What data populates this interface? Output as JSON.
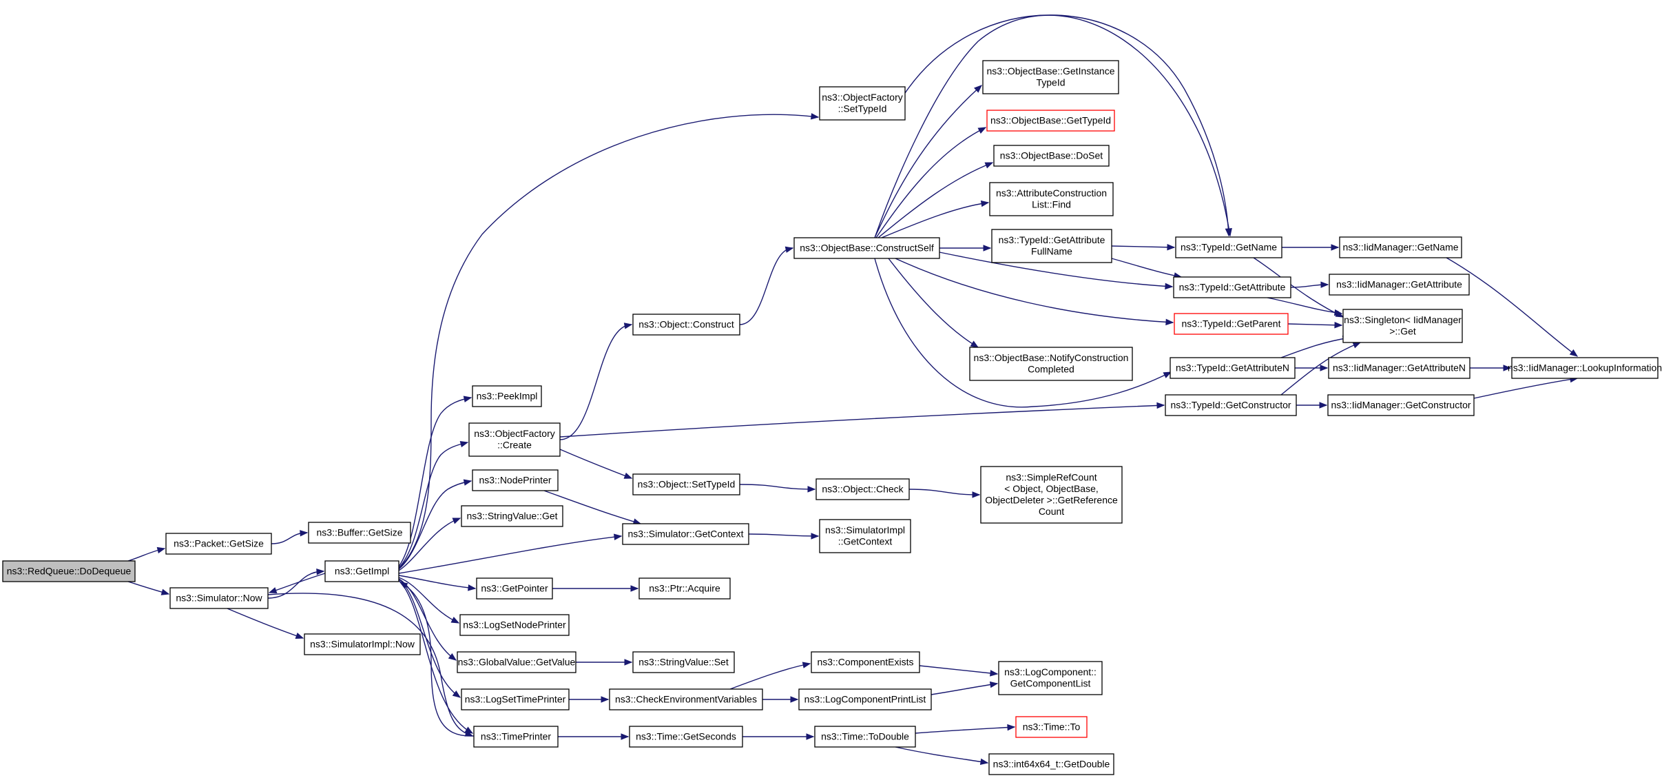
{
  "colors": {
    "edge": "#191970",
    "normal_border": "#000000",
    "truncated_border": "#ff0000",
    "root_fill": "#bfbfbf"
  },
  "nodes": [
    {
      "id": "redqueue_dodequeue",
      "label": [
        "ns3::RedQueue::DoDequeue"
      ],
      "style": "root"
    },
    {
      "id": "packet_getsize",
      "label": [
        "ns3::Packet::GetSize"
      ]
    },
    {
      "id": "buffer_getsize",
      "label": [
        "ns3::Buffer::GetSize"
      ]
    },
    {
      "id": "simulator_now",
      "label": [
        "ns3::Simulator::Now"
      ]
    },
    {
      "id": "simulatorimpl_now",
      "label": [
        "ns3::SimulatorImpl::Now"
      ]
    },
    {
      "id": "getimpl",
      "label": [
        "ns3::GetImpl"
      ]
    },
    {
      "id": "objectfactory_settypeid",
      "label": [
        "ns3::ObjectFactory",
        "::SetTypeId"
      ]
    },
    {
      "id": "peekimpl",
      "label": [
        "ns3::PeekImpl"
      ]
    },
    {
      "id": "objectfactory_create",
      "label": [
        "ns3::ObjectFactory",
        "::Create"
      ]
    },
    {
      "id": "nodeprinter",
      "label": [
        "ns3::NodePrinter"
      ]
    },
    {
      "id": "stringvalue_get",
      "label": [
        "ns3::StringValue::Get"
      ]
    },
    {
      "id": "getpointer",
      "label": [
        "ns3::GetPointer"
      ]
    },
    {
      "id": "logsetnodeprinter",
      "label": [
        "ns3::LogSetNodePrinter"
      ]
    },
    {
      "id": "globalvalue_getvalue",
      "label": [
        "ns3::GlobalValue::GetValue"
      ]
    },
    {
      "id": "logsettimeprinter",
      "label": [
        "ns3::LogSetTimePrinter"
      ]
    },
    {
      "id": "timeprinter",
      "label": [
        "ns3::TimePrinter"
      ]
    },
    {
      "id": "object_construct",
      "label": [
        "ns3::Object::Construct"
      ]
    },
    {
      "id": "object_settypeid",
      "label": [
        "ns3::Object::SetTypeId"
      ]
    },
    {
      "id": "simulator_getcontext",
      "label": [
        "ns3::Simulator::GetContext"
      ]
    },
    {
      "id": "ptr_acquire",
      "label": [
        "ns3::Ptr::Acquire"
      ]
    },
    {
      "id": "stringvalue_set",
      "label": [
        "ns3::StringValue::Set"
      ]
    },
    {
      "id": "checkenvironmentvariables",
      "label": [
        "ns3::CheckEnvironmentVariables"
      ]
    },
    {
      "id": "time_getseconds",
      "label": [
        "ns3::Time::GetSeconds"
      ]
    },
    {
      "id": "objectbase_constructself",
      "label": [
        "ns3::ObjectBase::ConstructSelf"
      ]
    },
    {
      "id": "object_check",
      "label": [
        "ns3::Object::Check"
      ]
    },
    {
      "id": "simulatorimpl_getcontext",
      "label": [
        "ns3::SimulatorImpl",
        "::GetContext"
      ]
    },
    {
      "id": "componentexists",
      "label": [
        "ns3::ComponentExists"
      ]
    },
    {
      "id": "logcomponentprintlist",
      "label": [
        "ns3::LogComponentPrintList"
      ]
    },
    {
      "id": "time_todouble",
      "label": [
        "ns3::Time::ToDouble"
      ]
    },
    {
      "id": "objectbase_getinstancetypeid",
      "label": [
        "ns3::ObjectBase::GetInstance",
        "TypeId"
      ]
    },
    {
      "id": "objectbase_gettypeid",
      "label": [
        "ns3::ObjectBase::GetTypeId"
      ],
      "style": "truncated"
    },
    {
      "id": "objectbase_doset",
      "label": [
        "ns3::ObjectBase::DoSet"
      ]
    },
    {
      "id": "attributeconstructionlist_find",
      "label": [
        "ns3::AttributeConstruction",
        "List::Find"
      ]
    },
    {
      "id": "typeid_getattributefullname",
      "label": [
        "ns3::TypeId::GetAttribute",
        "FullName"
      ]
    },
    {
      "id": "objectbase_notifyconstructioncompleted",
      "label": [
        "ns3::ObjectBase::NotifyConstruction",
        "Completed"
      ]
    },
    {
      "id": "simplerefcount_getreferencecount",
      "label": [
        "ns3::SimpleRefCount",
        "< Object, ObjectBase,",
        "ObjectDeleter >::GetReference",
        "Count"
      ]
    },
    {
      "id": "logcomponent_getcomponentlist",
      "label": [
        "ns3::LogComponent::",
        "GetComponentList"
      ]
    },
    {
      "id": "time_to",
      "label": [
        "ns3::Time::To"
      ],
      "style": "truncated"
    },
    {
      "id": "int64x64_getdouble",
      "label": [
        "ns3::int64x64_t::GetDouble"
      ]
    },
    {
      "id": "typeid_getname",
      "label": [
        "ns3::TypeId::GetName"
      ]
    },
    {
      "id": "typeid_getattribute",
      "label": [
        "ns3::TypeId::GetAttribute"
      ]
    },
    {
      "id": "typeid_getparent",
      "label": [
        "ns3::TypeId::GetParent"
      ],
      "style": "truncated"
    },
    {
      "id": "typeid_getattributen",
      "label": [
        "ns3::TypeId::GetAttributeN"
      ]
    },
    {
      "id": "typeid_getconstructor",
      "label": [
        "ns3::TypeId::GetConstructor"
      ]
    },
    {
      "id": "iidmanager_getname",
      "label": [
        "ns3::IidManager::GetName"
      ]
    },
    {
      "id": "iidmanager_getattribute",
      "label": [
        "ns3::IidManager::GetAttribute"
      ]
    },
    {
      "id": "singleton_get",
      "label": [
        "ns3::Singleton< IidManager",
        ">::Get"
      ]
    },
    {
      "id": "iidmanager_getattributen",
      "label": [
        "ns3::IidManager::GetAttributeN"
      ]
    },
    {
      "id": "iidmanager_getconstructor",
      "label": [
        "ns3::IidManager::GetConstructor"
      ]
    },
    {
      "id": "iidmanager_lookupinformation",
      "label": [
        "ns3::IidManager::LookupInformation"
      ]
    }
  ],
  "edges": [
    [
      "redqueue_dodequeue",
      "packet_getsize"
    ],
    [
      "redqueue_dodequeue",
      "simulator_now"
    ],
    [
      "packet_getsize",
      "buffer_getsize"
    ],
    [
      "simulator_now",
      "getimpl"
    ],
    [
      "simulator_now",
      "simulatorimpl_now"
    ],
    [
      "getimpl",
      "objectfactory_settypeid"
    ],
    [
      "getimpl",
      "peekimpl"
    ],
    [
      "getimpl",
      "objectfactory_create"
    ],
    [
      "getimpl",
      "nodeprinter"
    ],
    [
      "getimpl",
      "stringvalue_get"
    ],
    [
      "getimpl",
      "simulator_getcontext"
    ],
    [
      "getimpl",
      "getpointer"
    ],
    [
      "getimpl",
      "logsetnodeprinter"
    ],
    [
      "getimpl",
      "globalvalue_getvalue"
    ],
    [
      "getimpl",
      "logsettimeprinter"
    ],
    [
      "getimpl",
      "timeprinter"
    ],
    [
      "getimpl",
      "simulator_now"
    ],
    [
      "simulator_now",
      "timeprinter"
    ],
    [
      "timeprinter",
      "getimpl"
    ],
    [
      "objectfactory_settypeid",
      "typeid_getname"
    ],
    [
      "objectfactory_create",
      "object_construct"
    ],
    [
      "objectfactory_create",
      "object_settypeid"
    ],
    [
      "objectfactory_create",
      "typeid_getconstructor"
    ],
    [
      "nodeprinter",
      "simulator_getcontext"
    ],
    [
      "object_construct",
      "objectbase_constructself"
    ],
    [
      "object_settypeid",
      "object_check"
    ],
    [
      "simulator_getcontext",
      "simulatorimpl_getcontext"
    ],
    [
      "getpointer",
      "ptr_acquire"
    ],
    [
      "globalvalue_getvalue",
      "stringvalue_set"
    ],
    [
      "logsettimeprinter",
      "checkenvironmentvariables"
    ],
    [
      "checkenvironmentvariables",
      "componentexists"
    ],
    [
      "checkenvironmentvariables",
      "logcomponentprintlist"
    ],
    [
      "componentexists",
      "logcomponent_getcomponentlist"
    ],
    [
      "logcomponentprintlist",
      "logcomponent_getcomponentlist"
    ],
    [
      "timeprinter",
      "time_getseconds"
    ],
    [
      "time_getseconds",
      "time_todouble"
    ],
    [
      "time_todouble",
      "time_to"
    ],
    [
      "time_todouble",
      "int64x64_getdouble"
    ],
    [
      "object_check",
      "simplerefcount_getreferencecount"
    ],
    [
      "objectbase_constructself",
      "objectbase_getinstancetypeid"
    ],
    [
      "objectbase_constructself",
      "objectbase_gettypeid"
    ],
    [
      "objectbase_constructself",
      "objectbase_doset"
    ],
    [
      "objectbase_constructself",
      "attributeconstructionlist_find"
    ],
    [
      "objectbase_constructself",
      "typeid_getattributefullname"
    ],
    [
      "objectbase_constructself",
      "typeid_getname"
    ],
    [
      "objectbase_constructself",
      "typeid_getattribute"
    ],
    [
      "objectbase_constructself",
      "typeid_getparent"
    ],
    [
      "objectbase_constructself",
      "objectbase_notifyconstructioncompleted"
    ],
    [
      "objectbase_constructself",
      "typeid_getattributen"
    ],
    [
      "typeid_getattributefullname",
      "typeid_getname"
    ],
    [
      "typeid_getattributefullname",
      "typeid_getattribute"
    ],
    [
      "typeid_getname",
      "iidmanager_getname"
    ],
    [
      "typeid_getname",
      "singleton_get"
    ],
    [
      "typeid_getattribute",
      "iidmanager_getattribute"
    ],
    [
      "typeid_getattribute",
      "singleton_get"
    ],
    [
      "typeid_getparent",
      "singleton_get"
    ],
    [
      "typeid_getattributen",
      "singleton_get"
    ],
    [
      "typeid_getattributen",
      "iidmanager_getattributen"
    ],
    [
      "typeid_getconstructor",
      "singleton_get"
    ],
    [
      "typeid_getconstructor",
      "iidmanager_getconstructor"
    ],
    [
      "iidmanager_getname",
      "iidmanager_lookupinformation"
    ],
    [
      "iidmanager_getattributen",
      "iidmanager_lookupinformation"
    ],
    [
      "iidmanager_getconstructor",
      "iidmanager_lookupinformation"
    ]
  ]
}
